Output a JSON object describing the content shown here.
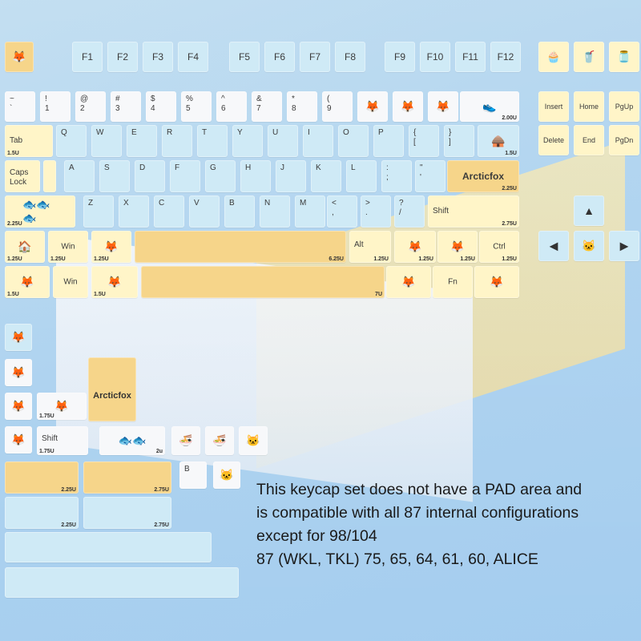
{
  "fkeys": [
    "F1",
    "F2",
    "F3",
    "F4",
    "F5",
    "F6",
    "F7",
    "F8",
    "F9",
    "F10",
    "F11",
    "F12"
  ],
  "num_row": [
    {
      "top": "~",
      "bottom": "`"
    },
    {
      "top": "!",
      "bottom": "1"
    },
    {
      "top": "@",
      "bottom": "2"
    },
    {
      "top": "#",
      "bottom": "3"
    },
    {
      "top": "$",
      "bottom": "4"
    },
    {
      "top": "%",
      "bottom": "5"
    },
    {
      "top": "^",
      "bottom": "6"
    },
    {
      "top": "&",
      "bottom": "7"
    },
    {
      "top": "*",
      "bottom": "8"
    },
    {
      "top": "(",
      "bottom": "9"
    }
  ],
  "nav": {
    "insert": "Insert",
    "home": "Home",
    "pgup": "PgUp",
    "delete": "Delete",
    "end": "End",
    "pgdn": "PgDn"
  },
  "row_q": {
    "tab": "Tab",
    "letters": [
      "Q",
      "W",
      "E",
      "R",
      "T",
      "Y",
      "U",
      "I",
      "O",
      "P"
    ],
    "brace_open": "{\n[",
    "brace_close": "}\n]"
  },
  "row_a": {
    "caps": "Caps\nLock",
    "letters": [
      "A",
      "S",
      "D",
      "F",
      "G",
      "H",
      "J",
      "K",
      "L"
    ],
    "semicolon": ":\n;",
    "quote": "\"\n'",
    "brand": "Arcticfox"
  },
  "row_z": {
    "letters": [
      "Z",
      "X",
      "C",
      "V",
      "B",
      "N",
      "M"
    ],
    "comma": "<\n,",
    "period": ">\n.",
    "slash": "?\n/",
    "shift": "Shift"
  },
  "mods": {
    "win": "Win",
    "alt": "Alt",
    "ctrl": "Ctrl",
    "fn": "Fn"
  },
  "sizes": {
    "s2u": "2u",
    "s2u00": "2.00U",
    "s1_5": "1.5U",
    "s2_25": "2.25U",
    "s2_75": "2.75U",
    "s1_25": "1.25U",
    "s6_25": "6.25U",
    "s7": "7U",
    "s1_75": "1.75U",
    "s2_75b": "2.75U"
  },
  "extra": {
    "shift": "Shift",
    "b": "B",
    "brand": "Arcticfox"
  },
  "caption": {
    "line1": "This keycap set does not have a PAD area and",
    "line2": "is compatible with all 87 internal configurations",
    "line3": "except for 98/104",
    "line4": "87 (WKL, TKL) 75, 65, 64, 61, 60, ALICE"
  },
  "colors": {
    "keycap_white": "#f7f8fa",
    "keycap_blue": "#cfeaf6",
    "keycap_cream": "#fff5c8",
    "keycap_gold": "#f6d58a",
    "background": "#a7cfee"
  }
}
